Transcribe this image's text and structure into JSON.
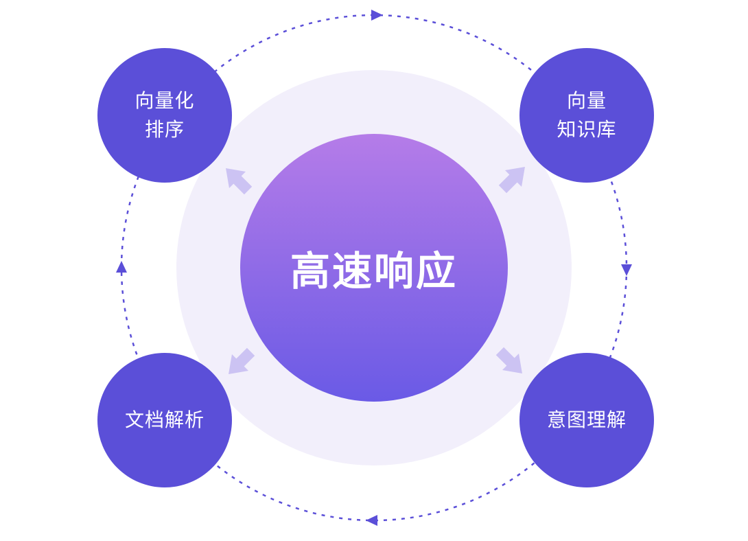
{
  "diagram": {
    "center": {
      "label": "高速响应"
    },
    "satellites": [
      {
        "id": "vectorize-rank",
        "position": "top-left",
        "lines": [
          "向量化",
          "排序"
        ]
      },
      {
        "id": "vector-knowledge-base",
        "position": "top-right",
        "lines": [
          "向量",
          "知识库"
        ]
      },
      {
        "id": "document-parsing",
        "position": "bottom-left",
        "lines": [
          "文档解析"
        ]
      },
      {
        "id": "intent-understanding",
        "position": "bottom-right",
        "lines": [
          "意图理解"
        ]
      }
    ],
    "colors": {
      "satellite_bg": "#5B4FD8",
      "center_top": "#B57CE8",
      "center_bottom": "#6A5AE6",
      "halo": "#F2EFFB",
      "orbit": "#5B4FD8",
      "arrow": "#CCC3F3",
      "text": "#FFFFFF"
    }
  }
}
